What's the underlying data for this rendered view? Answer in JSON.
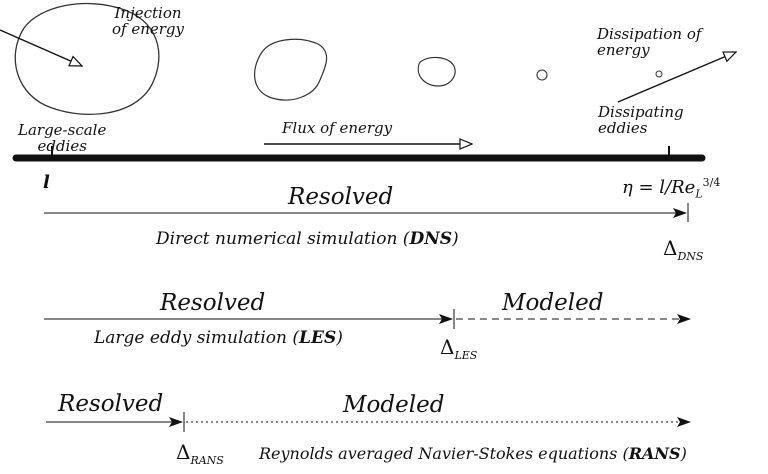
{
  "top": {
    "injection": [
      "Injection",
      "of energy"
    ],
    "dissipation": [
      "Dissipation of",
      "energy"
    ],
    "large_scale": [
      "Large-scale",
      "eddies"
    ],
    "dissipating": [
      "Dissipating",
      "eddies"
    ],
    "flux": "Flux of energy",
    "l": "l",
    "eta_label": "η = l/Re",
    "eta_sub": "L",
    "eta_sup": "3/4"
  },
  "dns": {
    "resolved": "Resolved",
    "name_pre": "Direct numerical simulation (",
    "name_abbr": "DNS",
    "name_post": ")",
    "delta": "Δ",
    "delta_sub": "DNS"
  },
  "les": {
    "resolved": "Resolved",
    "modeled": "Modeled",
    "name_pre": "Large eddy simulation (",
    "name_abbr": "LES",
    "name_post": ")",
    "delta": "Δ",
    "delta_sub": "LES"
  },
  "rans": {
    "resolved": "Resolved",
    "modeled": "Modeled",
    "name_pre": "Reynolds averaged Navier-Stokes equations (",
    "name_abbr": "RANS",
    "name_post": ")",
    "delta": "Δ",
    "delta_sub": "RANS"
  }
}
